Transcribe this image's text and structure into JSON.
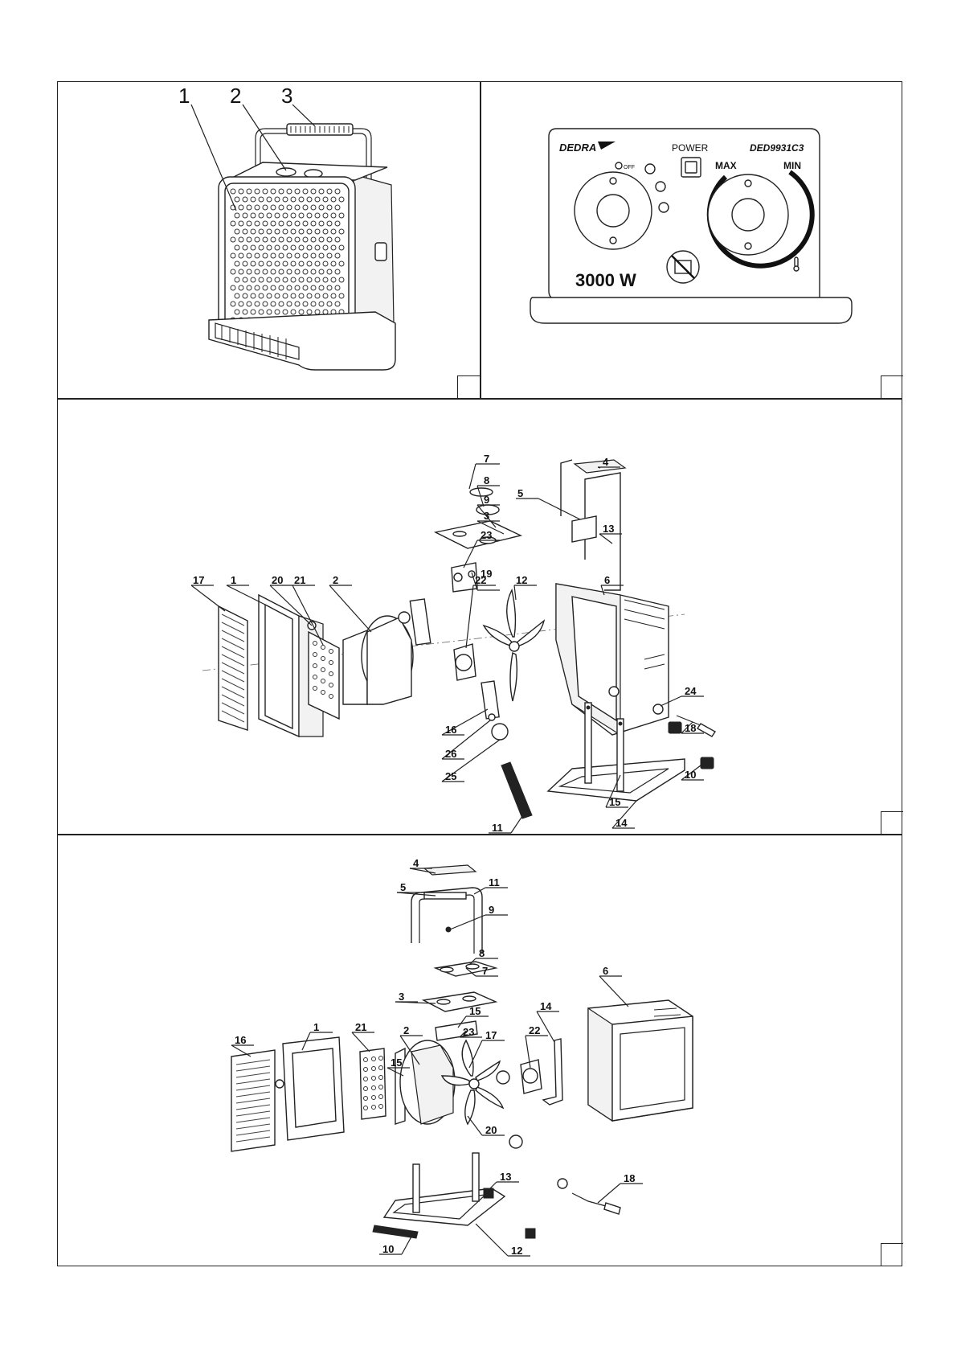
{
  "fig1": {
    "labels": [
      "1",
      "2",
      "3"
    ]
  },
  "fig2": {
    "brand": "DEDRA",
    "model": "DED9931C3",
    "power_label": "POWER",
    "max_label": "MAX",
    "min_label": "MIN",
    "off_label": "OFF",
    "wattage": "3000 W"
  },
  "fig3": {
    "labels": [
      "7",
      "8",
      "9",
      "3",
      "23",
      "19",
      "22",
      "12",
      "4",
      "5",
      "13",
      "6",
      "17",
      "1",
      "20",
      "21",
      "2",
      "24",
      "18",
      "16",
      "26",
      "25",
      "10",
      "15",
      "11",
      "14"
    ]
  },
  "fig4": {
    "labels": [
      "4",
      "5",
      "11",
      "9",
      "8",
      "7",
      "3",
      "15",
      "23",
      "17",
      "22",
      "14",
      "6",
      "1",
      "21",
      "2",
      "15",
      "16",
      "20",
      "13",
      "18",
      "10",
      "12"
    ]
  }
}
